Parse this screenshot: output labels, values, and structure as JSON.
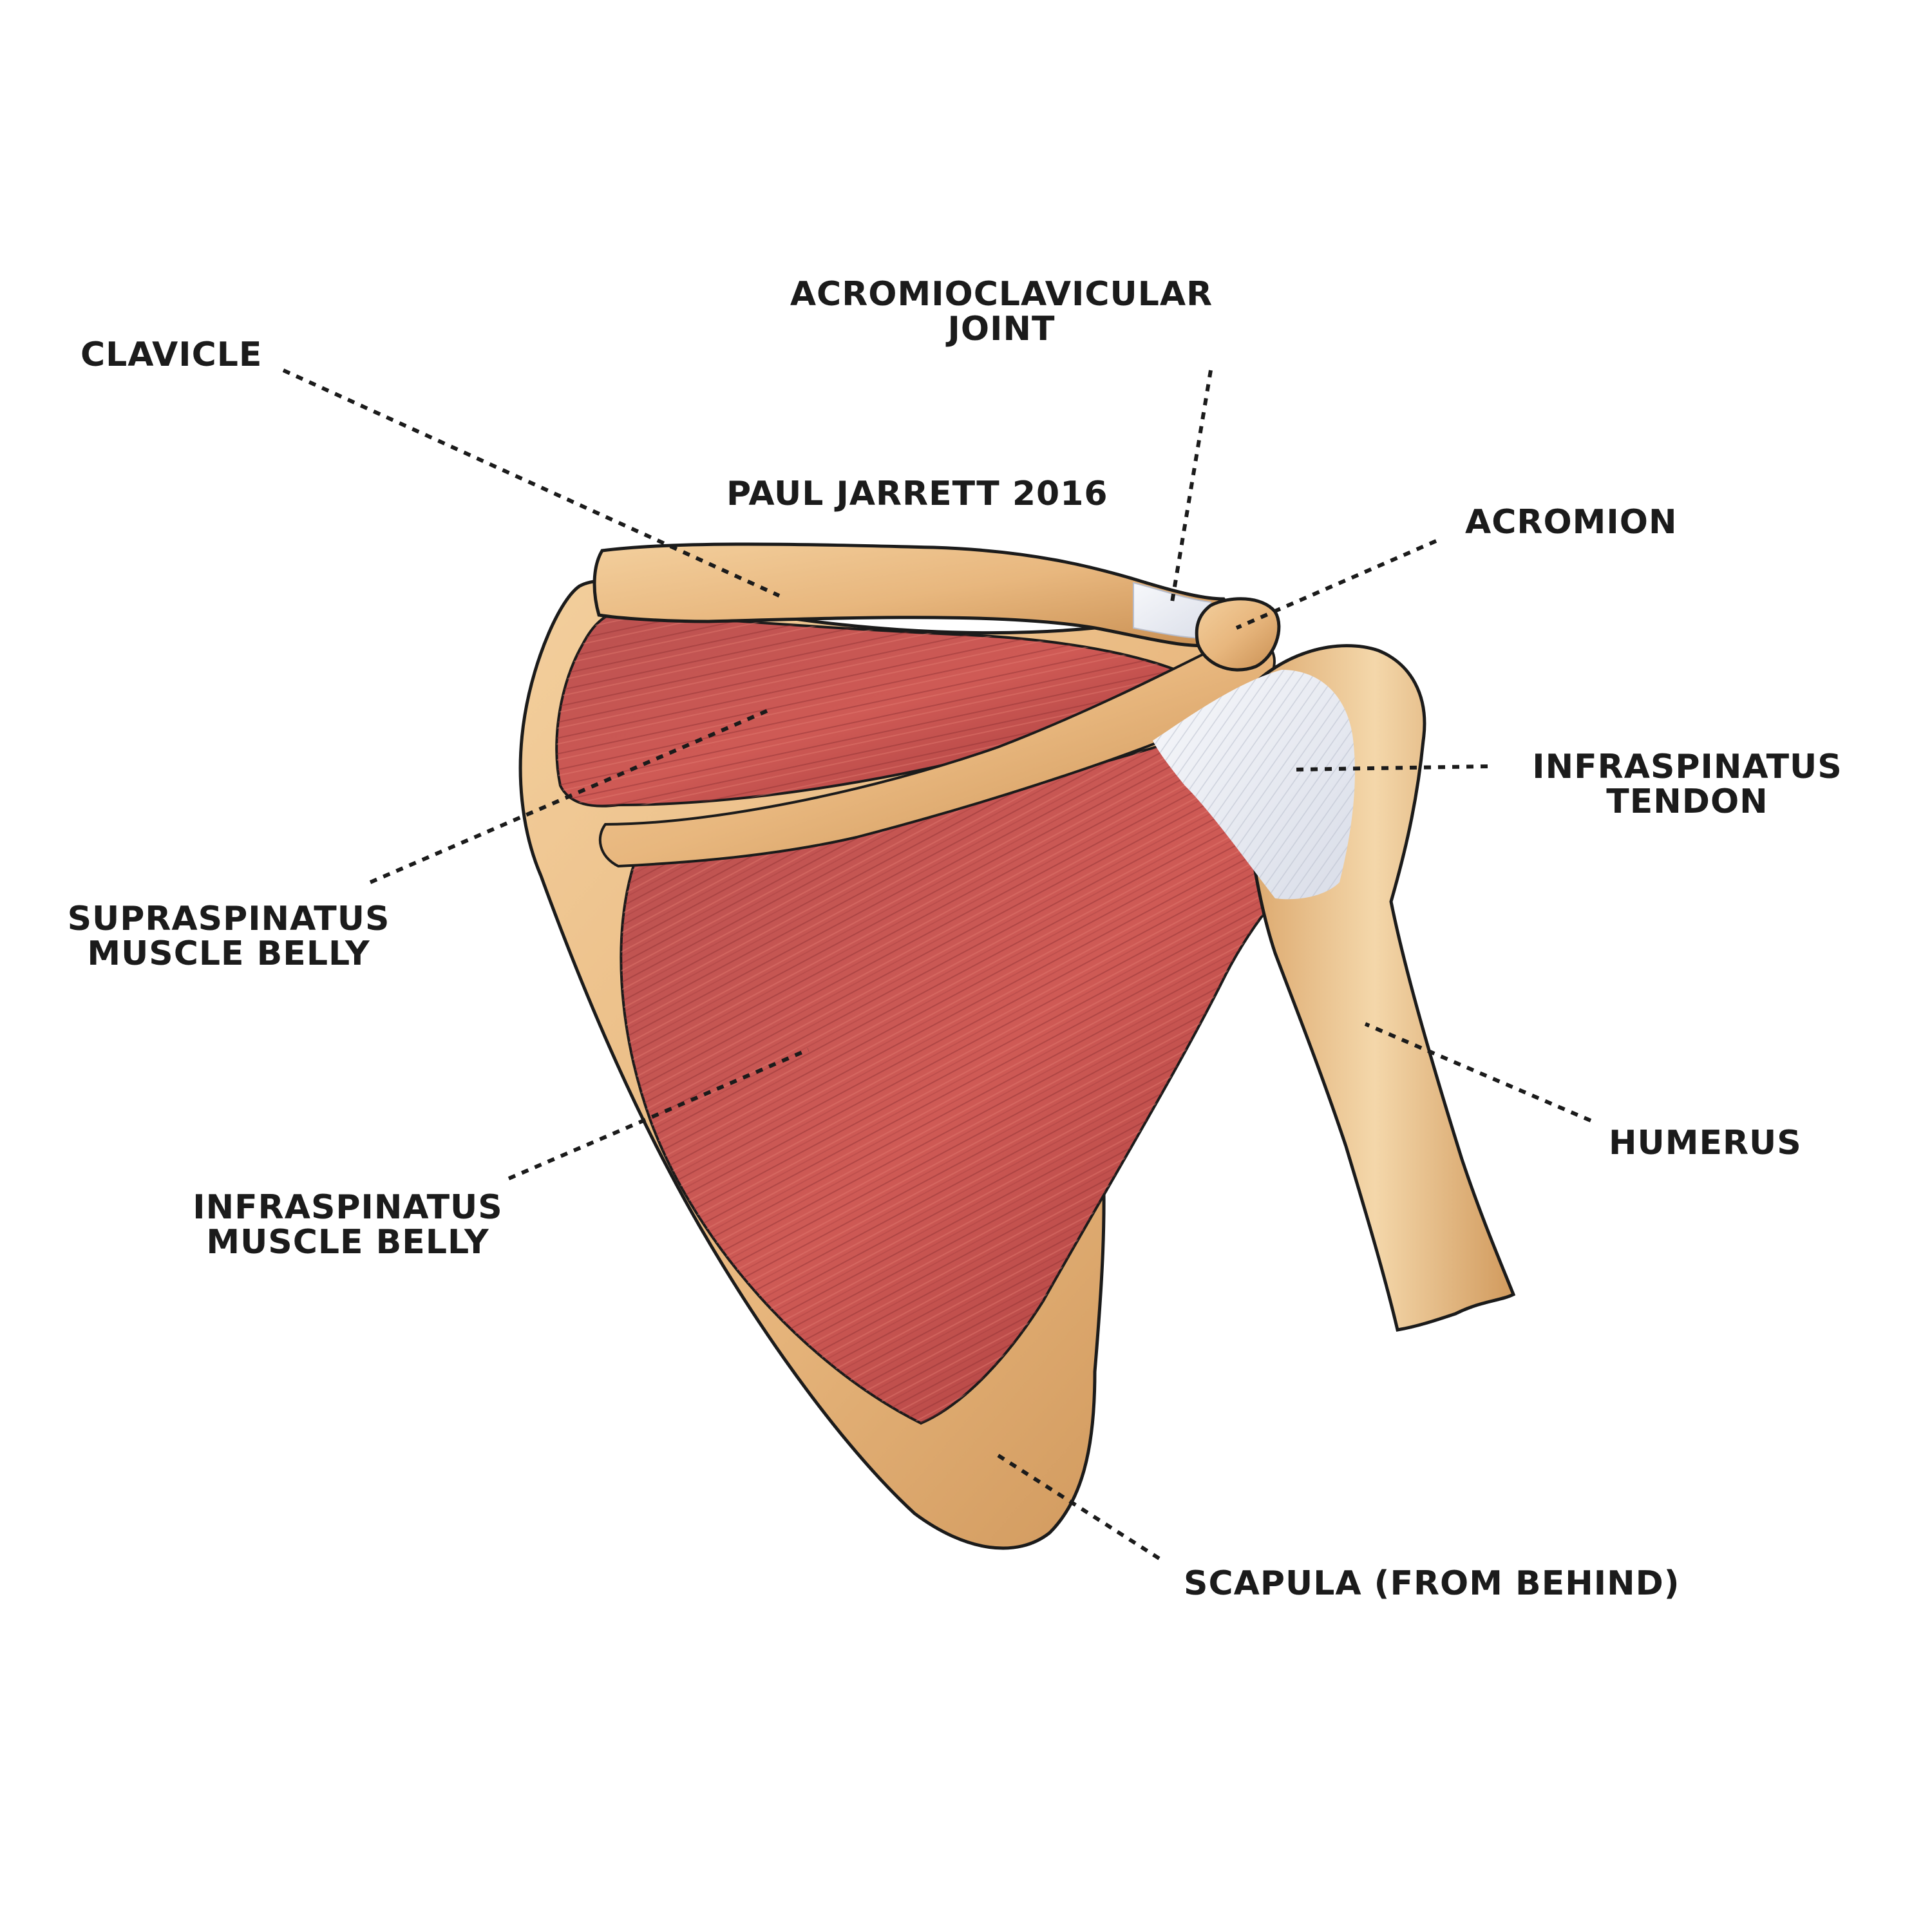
{
  "credit": "PAUL JARRETT 2016",
  "labels": {
    "clavicle": "CLAVICLE",
    "ac_joint": [
      "ACROMIOCLAVICULAR",
      "JOINT"
    ],
    "acromion": "ACROMION",
    "infraspinatus_tendon": [
      "INFRASPINATUS",
      "TENDON"
    ],
    "supraspinatus_belly": [
      "SUPRASPINATUS",
      "MUSCLE BELLY"
    ],
    "humerus": "HUMERUS",
    "infraspinatus_belly": [
      "INFRASPINATUS",
      "MUSCLE BELLY"
    ],
    "scapula": "SCAPULA (FROM BEHIND)"
  },
  "colors": {
    "bone": "#e8b77e",
    "bone_dark": "#c98f52",
    "muscle": "#c8514f",
    "muscle_dark": "#a83c3c",
    "tendon": "#e9ecf3",
    "outline": "#1b1b1b"
  }
}
